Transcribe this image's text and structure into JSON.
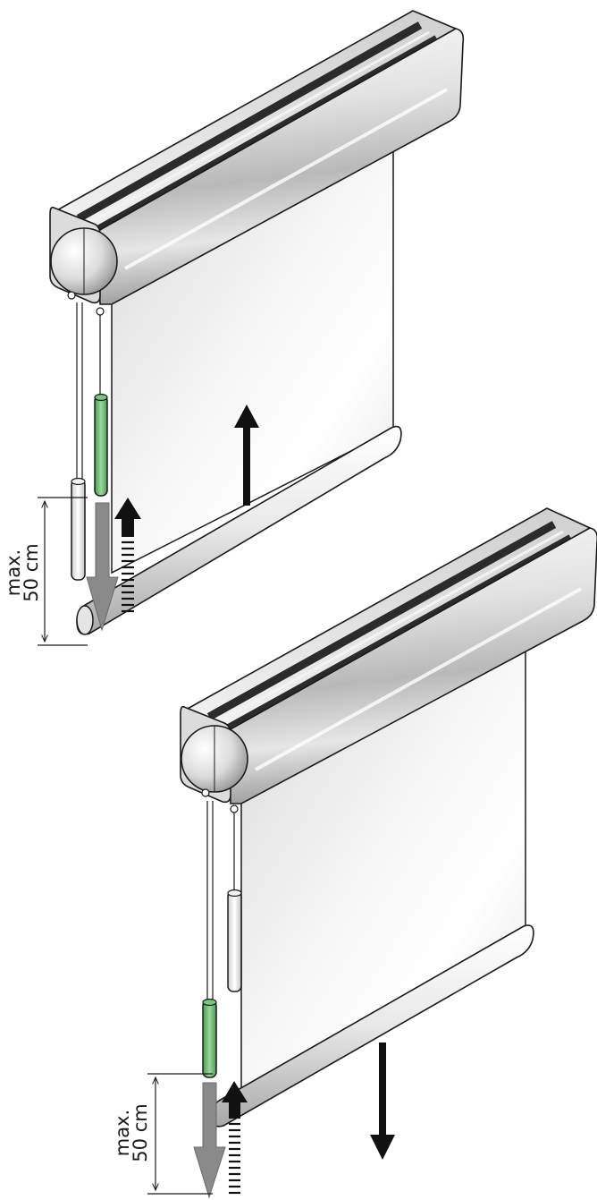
{
  "figures": [
    {
      "id": "raise",
      "direction": "up",
      "dimension": {
        "line1": "max.",
        "line2": "50 cm"
      }
    },
    {
      "id": "lower",
      "direction": "down",
      "dimension": {
        "line1": "max.",
        "line2": "50 cm"
      }
    }
  ],
  "colors": {
    "outline": "#1a1a1a",
    "housing_light": "#f4f4f4",
    "housing_mid": "#c8c8c8",
    "housing_dark": "#8a8a8a",
    "groove": "#2b2b2b",
    "fabric": "#e9e9e9",
    "active_pull": "#7cc47f",
    "inactive_pull": "#eeeeee",
    "direction_arrow": "#111111",
    "pull_arrow": "#8a8a8a",
    "return_arrow": "#111111"
  }
}
